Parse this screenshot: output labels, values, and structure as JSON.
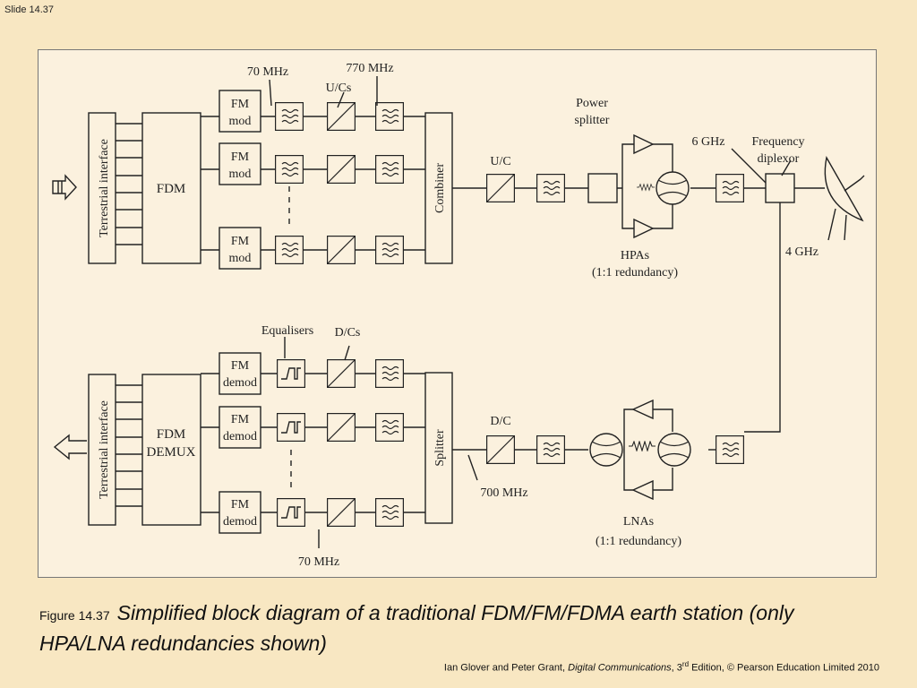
{
  "slide": {
    "label": "Slide 14.37"
  },
  "diagram": {
    "tx": {
      "interface_label": "Terrestrial interface",
      "mux_label": "FDM",
      "mod_line1": "FM",
      "mod_line2": "mod",
      "freq_if": "70 MHz",
      "freq_mid": "770 MHz",
      "upconv_group": "U/Cs",
      "combiner": "Combiner",
      "upconv": "U/C",
      "power_splitter_line1": "Power",
      "power_splitter_line2": "splitter",
      "freq_up": "6 GHz",
      "diplexor_line1": "Frequency",
      "diplexor_line2": "diplexor",
      "hpa_line1": "HPAs",
      "hpa_line2": "(1:1 redundancy)"
    },
    "rx": {
      "interface_label": "Terrestrial interface",
      "demux_line1": "FDM",
      "demux_line2": "DEMUX",
      "demod_line1": "FM",
      "demod_line2": "demod",
      "equalisers": "Equalisers",
      "downconv_group": "D/Cs",
      "splitter": "Splitter",
      "downconv": "D/C",
      "freq_mid": "700 MHz",
      "freq_if": "70 MHz",
      "freq_down": "4 GHz",
      "lna_line1": "LNAs",
      "lna_line2": "(1:1 redundancy)"
    }
  },
  "caption": {
    "number": "Figure 14.37",
    "title": "Simplified block diagram of a traditional FDM/FM/FDMA earth station (only HPA/LNA redundancies shown)"
  },
  "credit": {
    "authors": "Ian Glover and Peter Grant,",
    "book": "Digital Communications",
    "edition_num": ", 3",
    "edition_sup": "rd",
    "edition_rest": " Edition, © Pearson Education Limited 2010"
  }
}
